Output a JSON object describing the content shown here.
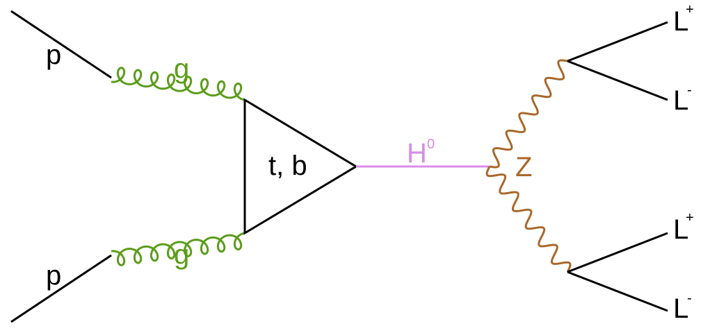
{
  "diagram": {
    "colors": {
      "quark_line": "#000000",
      "gluon": "#5b9c1a",
      "higgs": "#d88de8",
      "z_boson": "#a8682a",
      "loop": "#000000",
      "background": "#ffffff"
    },
    "labels": {
      "proton_top": "p",
      "proton_bottom": "p",
      "gluon_top": "g",
      "gluon_bottom": "g",
      "loop": "t, b",
      "higgs": "H",
      "higgs_charge": "0",
      "z": "Z",
      "lepton_1": "L",
      "lepton_1_charge": "+",
      "lepton_2": "L",
      "lepton_2_charge": "-",
      "lepton_3": "L",
      "lepton_3_charge": "+",
      "lepton_4": "L",
      "lepton_4_charge": "-"
    }
  }
}
